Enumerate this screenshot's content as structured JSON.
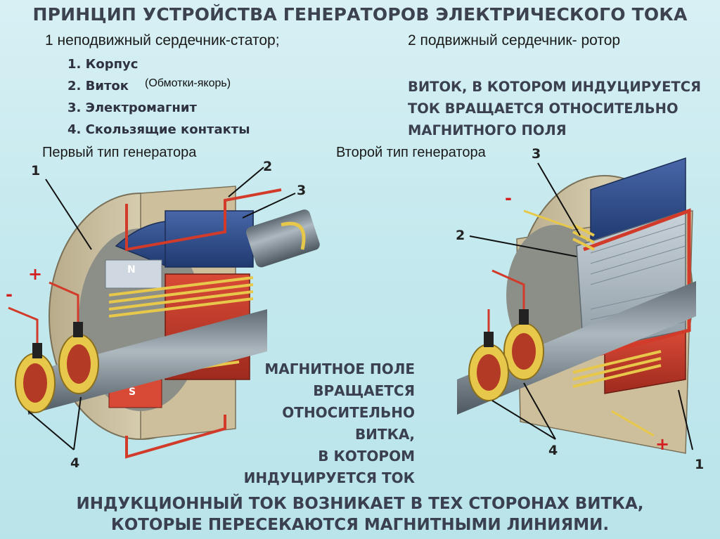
{
  "title": "ПРИНЦИП УСТРОЙСТВА ГЕНЕРАТОРОВ ЭЛЕКТРИЧЕСКОГО ТОКА",
  "stator_label": "1 неподвижный сердечник-статор;",
  "rotor_label": "2 подвижный сердечник- ротор",
  "parts": [
    "1. Корпус",
    "2. Виток",
    "3. Электромагнит",
    "4. Скользящие контакты"
  ],
  "winding_note": "(Обмотки-якорь)",
  "right_caption": [
    "ВИТОК, В КОТОРОМ ИНДУЦИРУЕТСЯ",
    "ТОК ВРАЩАЕТСЯ ОТНОСИТЕЛЬНО",
    "МАГНИТНОГО ПОЛЯ"
  ],
  "gen1_label": "Первый тип генератора",
  "gen2_label": "Второй тип генератора",
  "middle_caption": [
    "МАГНИТНОЕ ПОЛЕ",
    "ВРАЩАЕТСЯ",
    "ОТНОСИТЕЛЬНО ВИТКА,",
    "В КОТОРОМ",
    "ИНДУЦИРУЕТСЯ ТОК"
  ],
  "bottom_caption": [
    "ИНДУКЦИОННЫЙ ТОК ВОЗНИКАЕТ В ТЕХ СТОРОНАХ ВИТКА,",
    "КОТОРЫЕ ПЕРЕСЕКАЮТСЯ МАГНИТНЫМИ ЛИНИЯМИ."
  ],
  "gen1_callouts": {
    "c1": "1",
    "c2": "2",
    "c3": "3",
    "c4": "4",
    "plus": "+",
    "minus": "-"
  },
  "gen2_callouts": {
    "c1": "1",
    "c2": "2",
    "c3": "3",
    "c4": "4",
    "plus": "+",
    "minus": "-"
  },
  "magnet_poles": {
    "north": "N",
    "south": "S"
  },
  "colors": {
    "housing": "#c9bfa0",
    "blue_core": "#2f4f8f",
    "red_core": "#c0392b",
    "coil": "#e8c84a",
    "shaft": "#7d8a94",
    "wire": "#d23a2a"
  }
}
